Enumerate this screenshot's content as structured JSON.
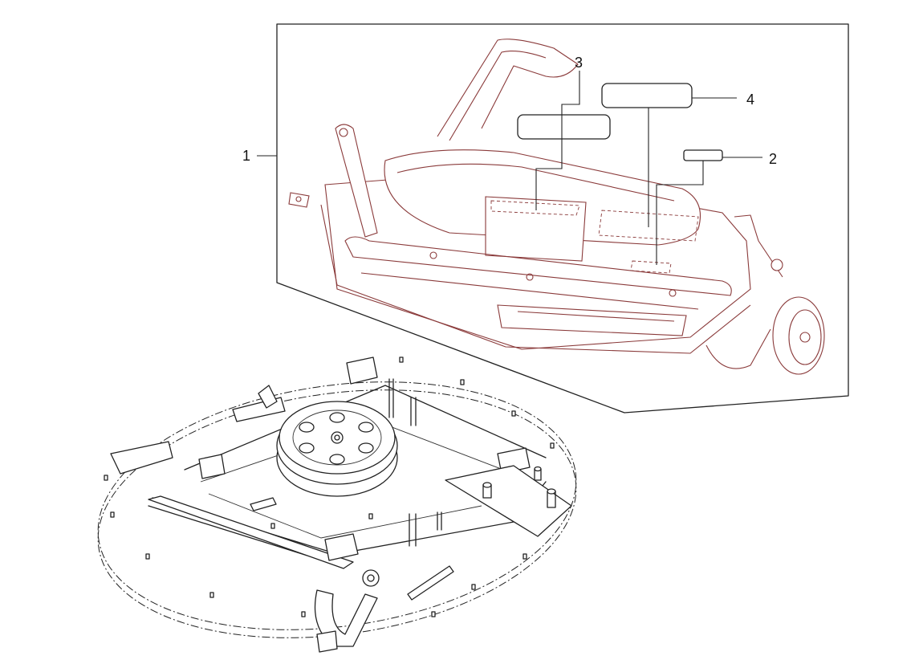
{
  "callouts": [
    {
      "id": "1",
      "label": "1"
    },
    {
      "id": "2",
      "label": "2"
    },
    {
      "id": "3",
      "label": "3"
    },
    {
      "id": "4",
      "label": "4"
    }
  ],
  "colors": {
    "line": "#222222",
    "part_outline": "#8a3a3a",
    "background": "#ffffff"
  }
}
